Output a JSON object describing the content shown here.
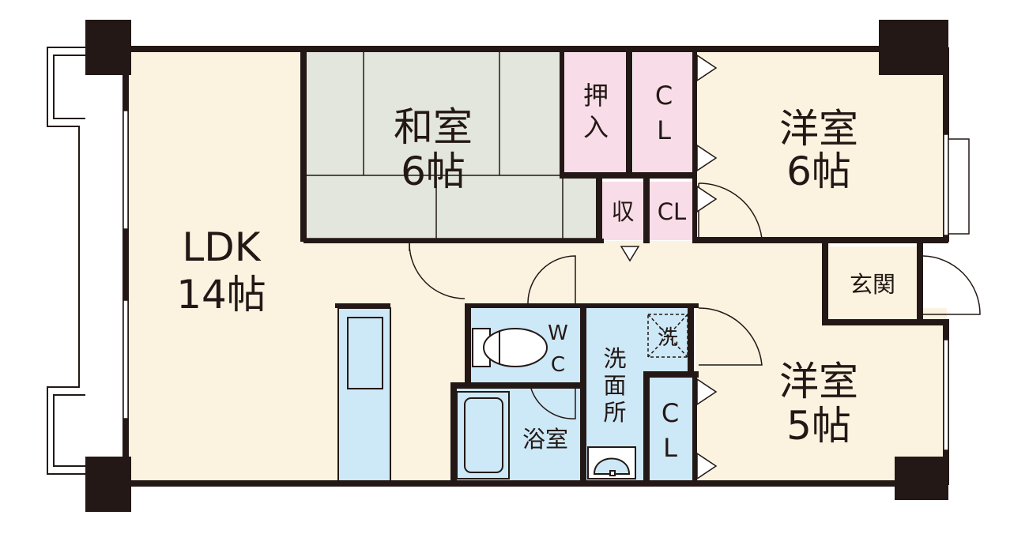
{
  "floorplan": {
    "rooms": {
      "ldk": {
        "name": "LDK",
        "size": "14帖"
      },
      "washitsu": {
        "name": "和室",
        "size": "6帖"
      },
      "yoshitsu_upper": {
        "name": "洋室",
        "size": "6帖"
      },
      "yoshitsu_lower": {
        "name": "洋室",
        "size": "5帖"
      }
    },
    "storage": {
      "oshiire": [
        "押",
        "入"
      ],
      "cl_upper": [
        "C",
        "L"
      ],
      "shuno": "収",
      "cl_middle": "CL",
      "cl_lower": [
        "C",
        "L"
      ]
    },
    "utility": {
      "genkan": "玄関",
      "wc": [
        "W",
        "C"
      ],
      "senmenjo": [
        "洗",
        "面",
        "所"
      ],
      "yokushitsu": "浴室",
      "sentaku": "洗"
    },
    "colors": {
      "wall": "#231815",
      "ldk_floor": "#fbf3e0",
      "room_floor": "#fbf3e0",
      "tatami": "#e3e6dc",
      "closet": "#f8dde8",
      "wet_area": "#cde8f6",
      "balcony": "#ffffff"
    }
  }
}
